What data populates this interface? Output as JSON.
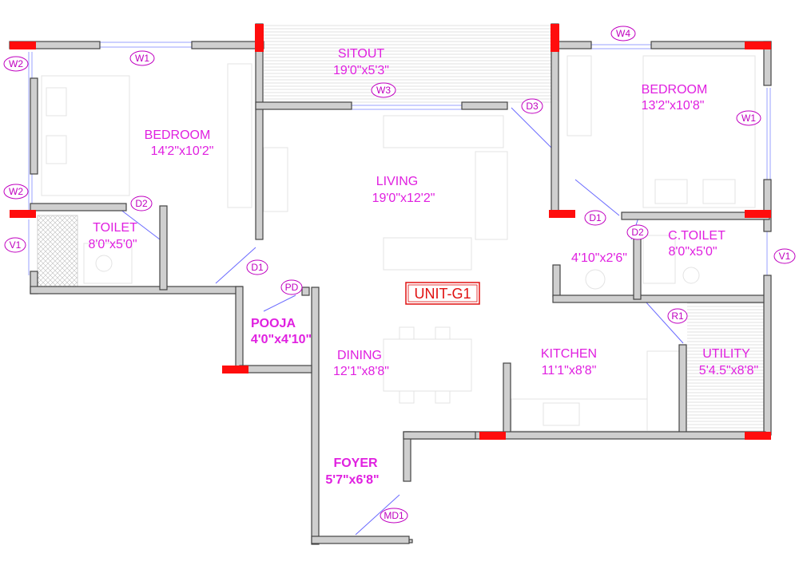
{
  "unit_label": "UNIT-G1",
  "rooms": {
    "sitout": {
      "name": "SITOUT",
      "size": "19'0\"x5'3\""
    },
    "bedroom1": {
      "name": "BEDROOM",
      "size": "14'2\"x10'2\""
    },
    "bedroom2": {
      "name": "BEDROOM",
      "size": "13'2\"x10'8\""
    },
    "living": {
      "name": "LIVING",
      "size": "19'0\"x12'2\""
    },
    "toilet": {
      "name": "TOILET",
      "size": "8'0\"x5'0\""
    },
    "ctoilet": {
      "name": "C.TOILET",
      "size": "8'0\"x5'0\""
    },
    "wash": {
      "size": "4'10\"x2'6\""
    },
    "pooja": {
      "name": "POOJA",
      "size": "4'0\"x4'10\""
    },
    "dining": {
      "name": "DINING",
      "size": "12'1\"x8'8\""
    },
    "kitchen": {
      "name": "KITCHEN",
      "size": "11'1\"x8'8\""
    },
    "utility": {
      "name": "UTILITY",
      "size": "5'4.5\"x8'8\""
    },
    "foyer": {
      "name": "FOYER",
      "size": "5'7\"x6'8\""
    }
  },
  "tags": {
    "w1_top": "W1",
    "w2_top": "W2",
    "w2_mid": "W2",
    "v1_left": "V1",
    "w3": "W3",
    "w4": "W4",
    "w1_right": "W1",
    "v1_right": "V1",
    "d2_toilet": "D2",
    "d1_living": "D1",
    "pd": "PD",
    "d3": "D3",
    "d1_bed2": "D1",
    "d2_ctoilet": "D2",
    "r1": "R1",
    "md1": "MD1"
  }
}
